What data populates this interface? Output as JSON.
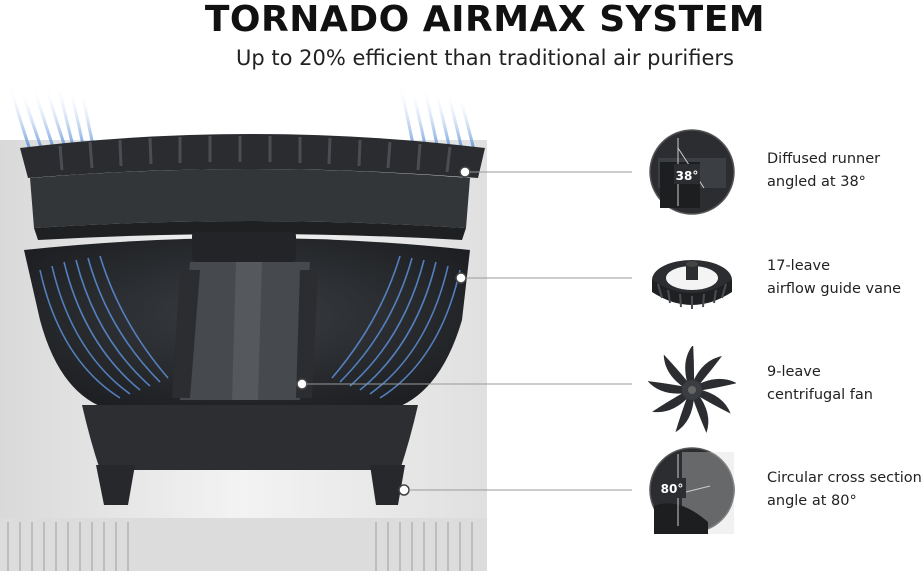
{
  "header": {
    "title": "TORNADO AIRMAX  SYSTEM",
    "subtitle": "Up to 20% efficient than traditional air purifiers"
  },
  "features": [
    {
      "line1": "Diffused runner",
      "line2": "angled at 38°",
      "angle_badge": "38°",
      "icon": "diffused-runner-icon"
    },
    {
      "line1": "17-leave",
      "line2": "airflow guide vane",
      "angle_badge": "",
      "icon": "guide-vane-icon"
    },
    {
      "line1": "9-leave",
      "line2": "centrifugal fan",
      "angle_badge": "",
      "icon": "centrifugal-fan-icon"
    },
    {
      "line1": "Circular cross section",
      "line2": "angle at 80°",
      "angle_badge": "80°",
      "icon": "cross-section-icon"
    }
  ],
  "colors": {
    "airflow": "#5b8fd8",
    "housing": "#2f3134",
    "body": "#ededed",
    "text": "#222222"
  }
}
